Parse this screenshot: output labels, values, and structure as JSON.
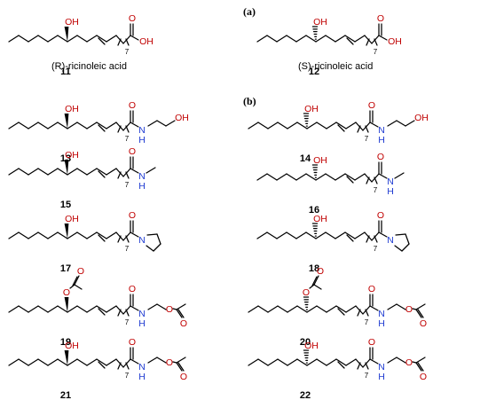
{
  "panels": [
    "(a)",
    "(b)"
  ],
  "names": {
    "r": "(R)-ricinoleic acid",
    "s": "(S)-ricinoleic acid"
  },
  "ids": [
    "11",
    "12",
    "13",
    "14",
    "15",
    "16",
    "17",
    "18",
    "19",
    "20",
    "21",
    "22"
  ],
  "atoms": {
    "oh": "OH",
    "o": "O",
    "n": "N",
    "h": "H",
    "repeat": "7"
  }
}
